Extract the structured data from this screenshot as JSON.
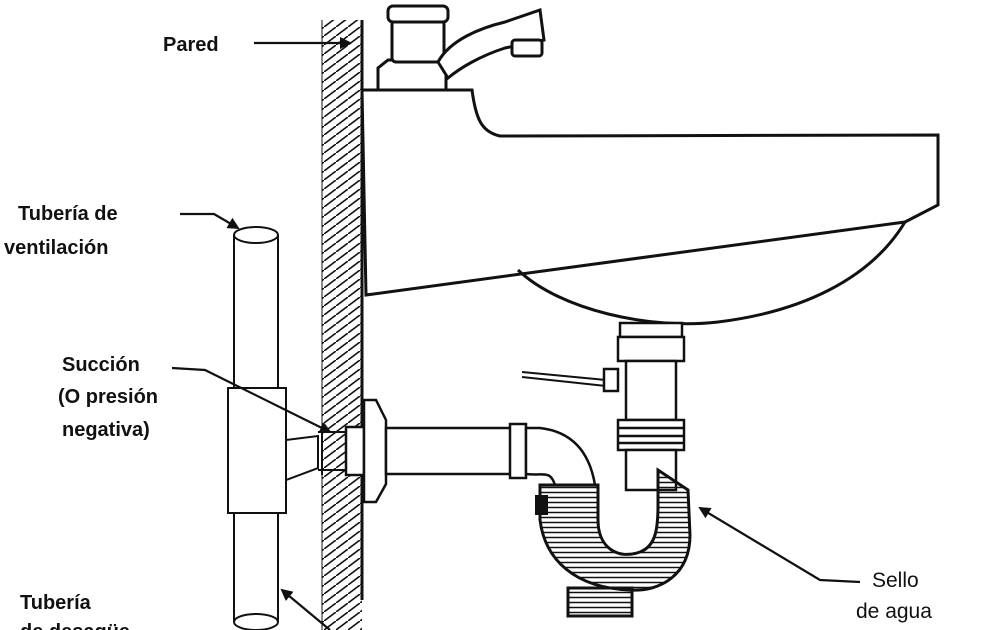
{
  "labels": {
    "pared": "Pared",
    "ventilacion_line1": "Tubería de",
    "ventilacion_line2": "ventilación",
    "succion_line1": "Succión",
    "succion_line2": "(O presión",
    "succion_line3": "negativa)",
    "desague_line1": "Tubería",
    "desague_line2": "de desagüe",
    "sello_line1": "Sello",
    "sello_line2": "de agua"
  },
  "colors": {
    "ink": "#111111",
    "background": "#ffffff"
  }
}
